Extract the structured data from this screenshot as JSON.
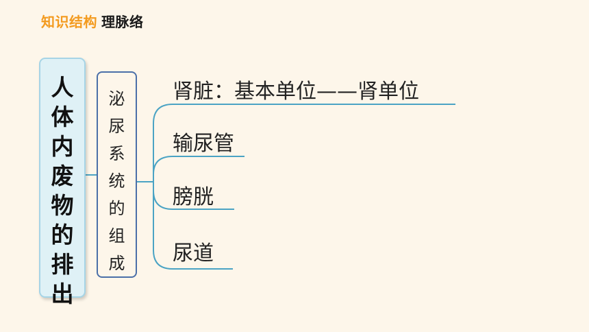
{
  "header": {
    "accent": "知识结构",
    "title": "理脉络"
  },
  "root": {
    "chars": [
      "人",
      "体",
      "内",
      "废",
      "物",
      "的",
      "排",
      "出"
    ]
  },
  "mid": {
    "chars": [
      "泌",
      "尿",
      "系",
      "统",
      "的",
      "组",
      "成"
    ]
  },
  "branches": [
    {
      "label": "肾脏：基本单位——肾单位"
    },
    {
      "label": "输尿管"
    },
    {
      "label": "膀胱"
    },
    {
      "label": "尿道"
    }
  ],
  "colors": {
    "accent": "#f39a1e",
    "connector": "#4aa3c4",
    "root_fill": "#dff1f6",
    "mid_border": "#4a6fa8",
    "background": "#fdf6ea"
  }
}
